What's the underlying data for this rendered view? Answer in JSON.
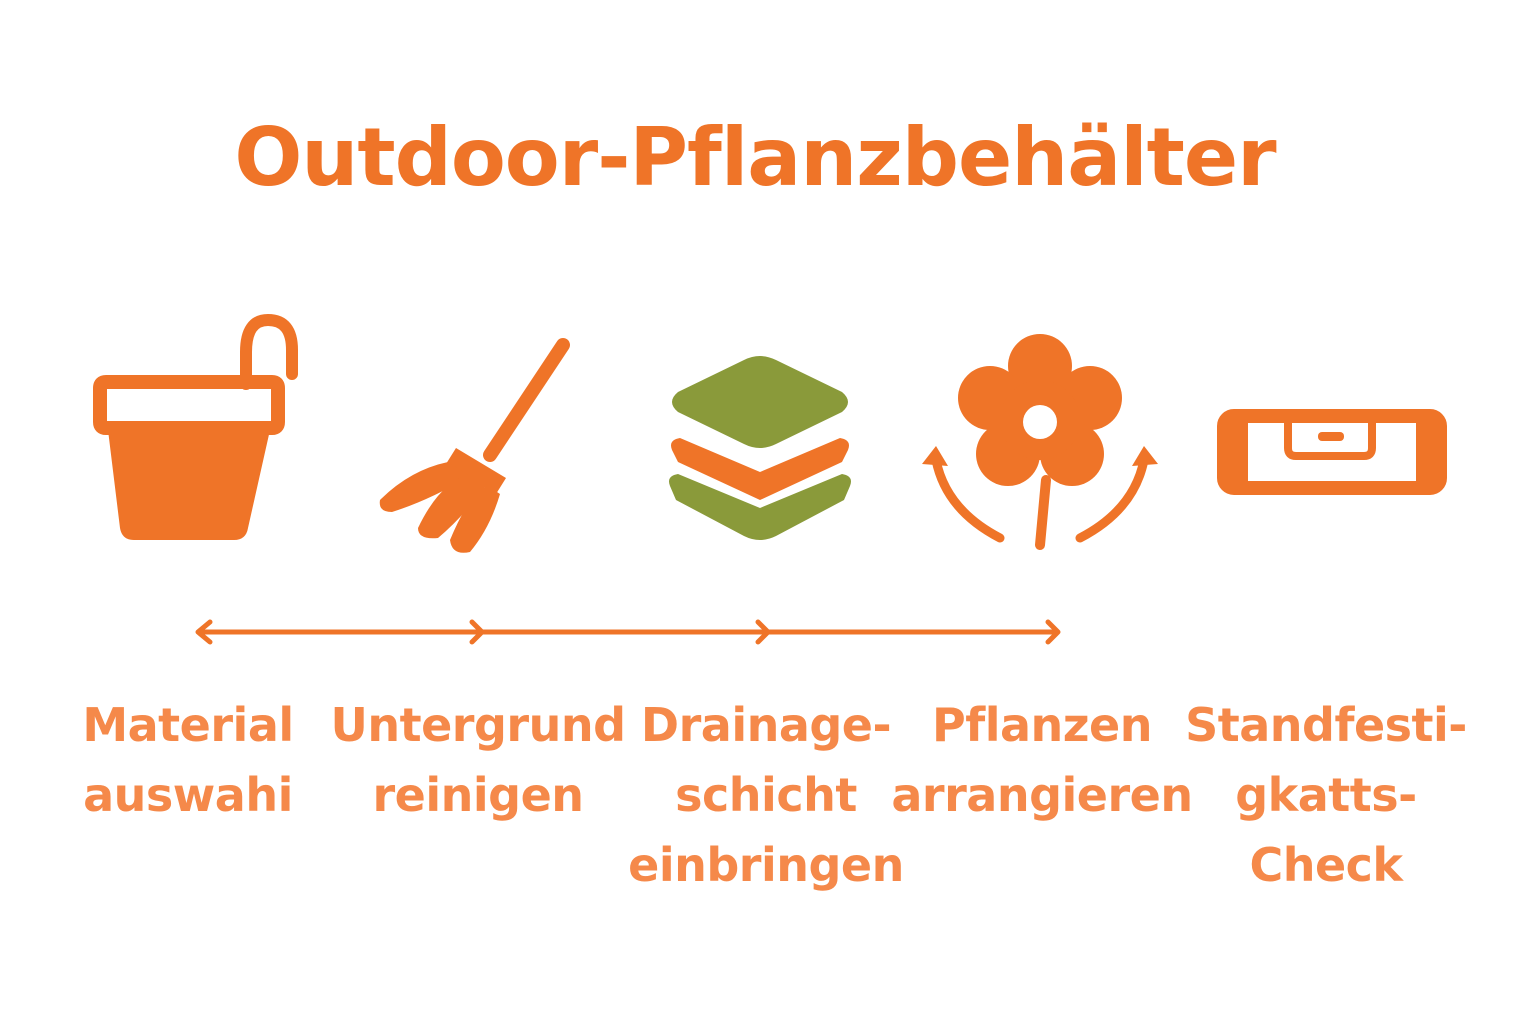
{
  "title": "Outdoor-Pflanzbehälter",
  "colors": {
    "accent": "#ef7428",
    "text": "#f5894a",
    "green": "#8a9a3a",
    "background": "#ffffff"
  },
  "steps": [
    {
      "icon": "bucket-icon",
      "lines": [
        "Material",
        "auswahi"
      ]
    },
    {
      "icon": "broom-icon",
      "lines": [
        "Untergrund",
        "reinigen"
      ]
    },
    {
      "icon": "layers-icon",
      "lines": [
        "Drainage-",
        "schicht",
        "einbringen"
      ]
    },
    {
      "icon": "flower-icon",
      "lines": [
        "Pflanzen",
        "arrangieren"
      ]
    },
    {
      "icon": "spirit-level-icon",
      "lines": [
        "Standfesti-",
        "gkatts-",
        "Check"
      ]
    }
  ]
}
